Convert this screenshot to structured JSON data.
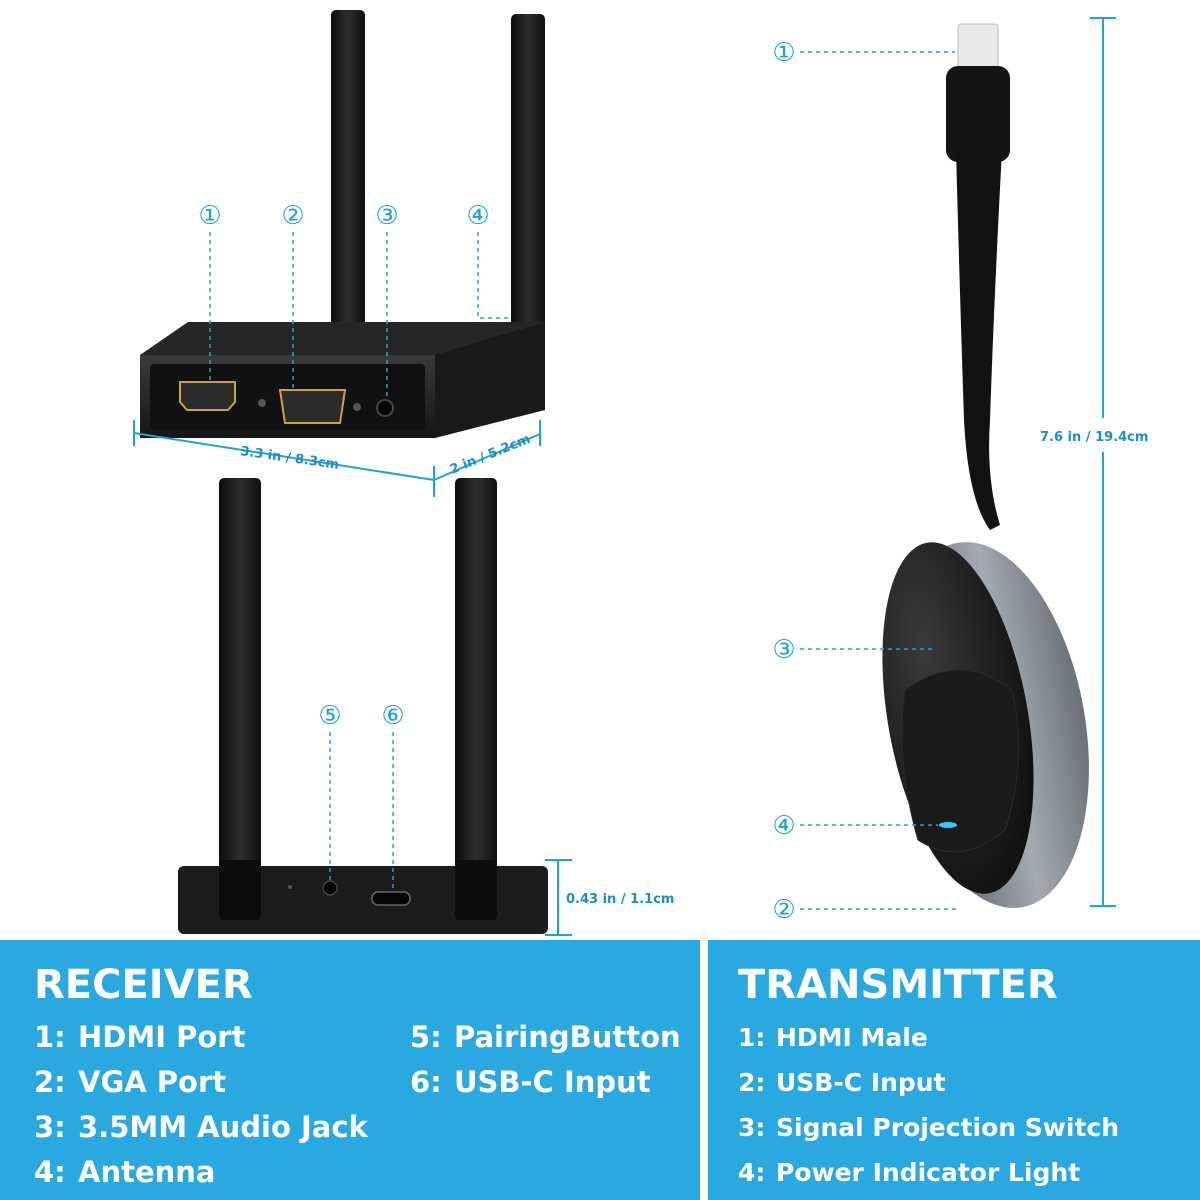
{
  "callouts": {
    "receiver_front": [
      "①",
      "②",
      "③",
      "④"
    ],
    "receiver_back": [
      "⑤",
      "⑥"
    ],
    "transmitter": [
      "①",
      "③",
      "④",
      "②"
    ]
  },
  "dimensions": {
    "width": "3.3 in / 8.3cm",
    "depth": "2 in / 5.2cm",
    "height": "0.43 in / 1.1cm",
    "transmitter_length": "7.6 in / 19.4cm"
  },
  "receiver": {
    "title": "RECEIVER",
    "items": [
      {
        "index": "1:",
        "label": "HDMI Port"
      },
      {
        "index": "2:",
        "label": "VGA Port"
      },
      {
        "index": "3:",
        "label": "3.5MM Audio Jack"
      },
      {
        "index": "4:",
        "label": "Antenna"
      },
      {
        "index": "5:",
        "label": "PairingButton"
      },
      {
        "index": "6:",
        "label": "USB-C Input"
      }
    ]
  },
  "transmitter": {
    "title": "TRANSMITTER",
    "items": [
      {
        "index": "1:",
        "label": "HDMI Male"
      },
      {
        "index": "2:",
        "label": "USB-C Input"
      },
      {
        "index": "3:",
        "label": "Signal Projection Switch"
      },
      {
        "index": "4:",
        "label": "Power Indicator Light"
      }
    ]
  },
  "colors": {
    "accent": "#29a9df",
    "callout": "#1fa3d6",
    "device": "#1e1e1e",
    "housing": "#8e939c",
    "led": "#3fc4ff"
  }
}
